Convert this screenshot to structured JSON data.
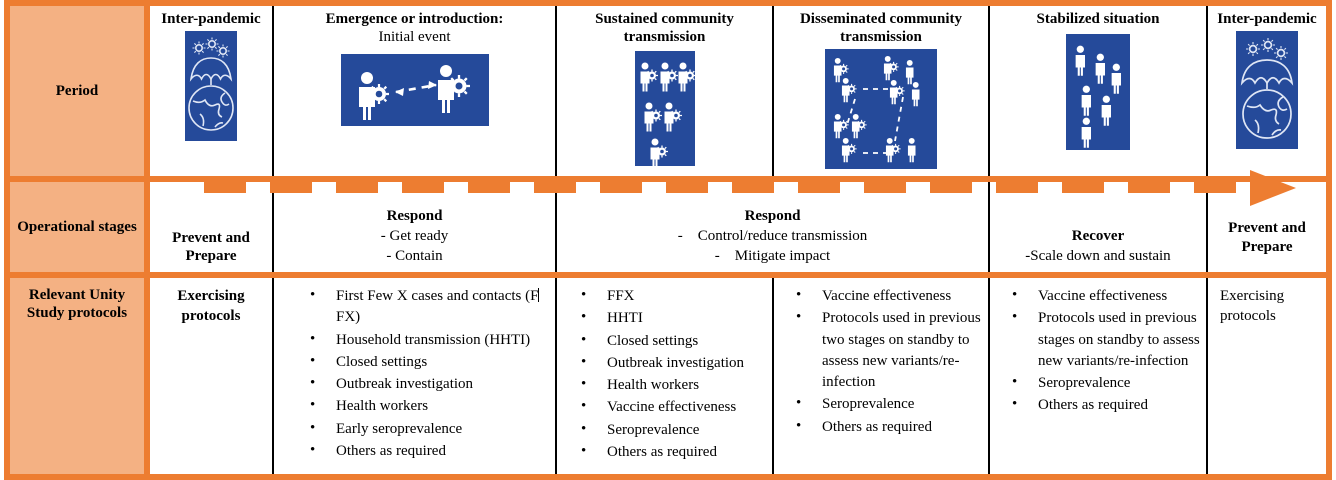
{
  "colors": {
    "accent_orange": "#ED7D31",
    "header_fill": "#F4B183",
    "icon_blue": "#254A9A",
    "text": "#000000"
  },
  "row_headers": {
    "period": "Period",
    "operational_stages": "Operational stages",
    "protocols": "Relevant Unity Study protocols"
  },
  "periods": [
    {
      "title": "Inter-pandemic",
      "subtitle": "",
      "icon": "umbrella-over-globe-with-virus-icon"
    },
    {
      "title": "Emergence or introduction:",
      "subtitle": "Initial event",
      "icon": "two-people-virus-transmission-arrow-icon"
    },
    {
      "title": "Sustained community transmission",
      "subtitle": "",
      "icon": "six-people-with-virus-icon"
    },
    {
      "title": "Disseminated community transmission",
      "subtitle": "",
      "icon": "people-network-virus-spread-icon"
    },
    {
      "title": "Stabilized situation",
      "subtitle": "",
      "icon": "six-people-no-virus-icon"
    },
    {
      "title": "Inter-pandemic",
      "subtitle": "",
      "icon": "umbrella-over-globe-with-virus-icon"
    }
  ],
  "operational_stages": [
    {
      "title": "Prevent and Prepare",
      "lines": []
    },
    {
      "title": "Respond",
      "lines": [
        "- Get ready",
        "- Contain"
      ]
    },
    {
      "title": "Respond",
      "lines": [
        "-    Control/reduce transmission",
        "-    Mitigate impact"
      ]
    },
    {
      "title": "Recover",
      "lines": [
        "-Scale down and sustain"
      ]
    },
    {
      "title": "Prevent and Prepare",
      "lines": []
    }
  ],
  "protocols": [
    {
      "kind": "plain",
      "text": "Exercising protocols",
      "items": []
    },
    {
      "kind": "list",
      "text": "",
      "items": [
        "First Few X cases and contacts (FFX)",
        "Household transmission (HHTI)",
        "Closed settings",
        "Outbreak investigation",
        "Health workers",
        "Early seroprevalence",
        "Others as required"
      ]
    },
    {
      "kind": "list",
      "text": "",
      "items": [
        "FFX",
        "HHTI",
        "Closed settings",
        "Outbreak investigation",
        "Health workers",
        "Vaccine effectiveness",
        "Seroprevalence",
        "Others as required"
      ]
    },
    {
      "kind": "list",
      "text": "",
      "items": [
        "Vaccine effectiveness",
        "Protocols used in previous two stages on standby to assess new variants/re-infection",
        "Seroprevalence",
        "Others as required"
      ]
    },
    {
      "kind": "list",
      "text": "",
      "items": [
        "Vaccine effectiveness",
        "Protocols used in previous stages on standby to assess new variants/re-infection",
        "Seroprevalence",
        "Others as required"
      ]
    },
    {
      "kind": "plain",
      "text": "Exercising protocols",
      "items": []
    }
  ],
  "arrow": {
    "name": "dashed-progression-arrow",
    "direction": "right",
    "color": "#ED7D31"
  }
}
